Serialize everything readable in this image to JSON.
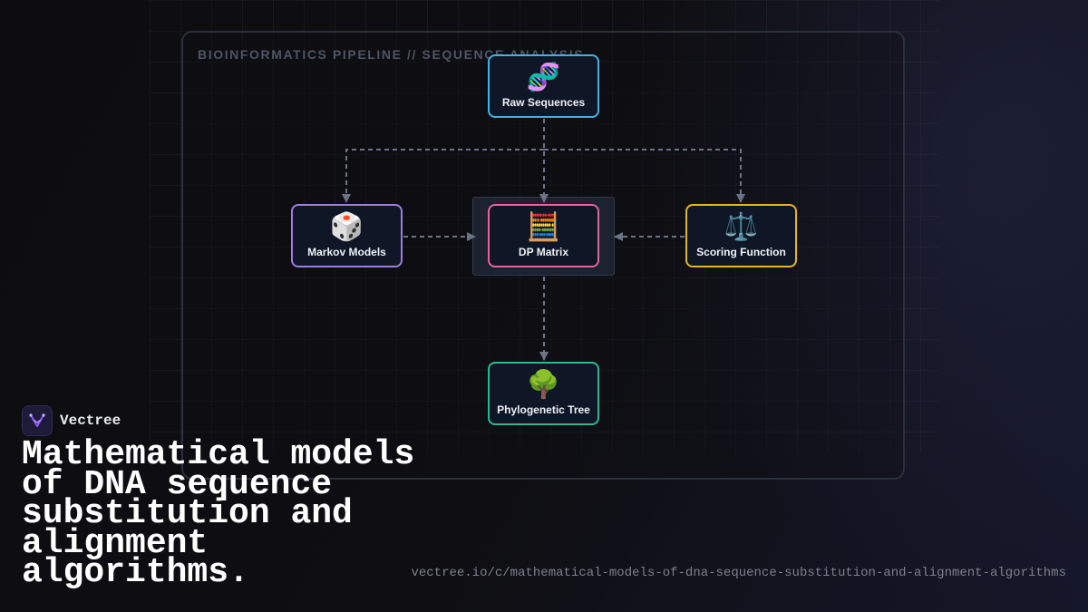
{
  "diagram": {
    "title": "BIOINFORMATICS PIPELINE // SEQUENCE ANALYSIS",
    "nodes": [
      {
        "id": "raw",
        "label": "Raw Sequences",
        "icon": "dna-icon",
        "glyph": "🧬",
        "color": "#3fb1e6"
      },
      {
        "id": "markov",
        "label": "Markov Models",
        "icon": "dice-icon",
        "glyph": "🎲",
        "color": "#9b7de0"
      },
      {
        "id": "dp",
        "label": "DP Matrix",
        "icon": "abacus-icon",
        "glyph": "🧮",
        "color": "#e3639f"
      },
      {
        "id": "scoring",
        "label": "Scoring Function",
        "icon": "balance-scale-icon",
        "glyph": "⚖️",
        "color": "#e8b22c"
      },
      {
        "id": "tree",
        "label": "Phylogenetic Tree",
        "icon": "tree-icon",
        "glyph": "🌳",
        "color": "#2fb98a"
      }
    ],
    "edges": [
      {
        "from": "raw",
        "to": "markov",
        "style": "dashed"
      },
      {
        "from": "raw",
        "to": "dp",
        "style": "dashed"
      },
      {
        "from": "raw",
        "to": "scoring",
        "style": "dashed"
      },
      {
        "from": "markov",
        "to": "dp",
        "style": "dashed"
      },
      {
        "from": "scoring",
        "to": "dp",
        "style": "dashed"
      },
      {
        "from": "dp",
        "to": "tree",
        "style": "dashed"
      }
    ],
    "edge_color": "#6b7485"
  },
  "brand": {
    "name": "Vectree",
    "logo_icon": "vectree-logo-icon",
    "accent": "#8b5cf6"
  },
  "headline": "Mathematical models of DNA sequence substitution and alignment algorithms.",
  "url": "vectree.io/c/mathematical-models-of-dna-sequence-substitution-and-alignment-algorithms"
}
